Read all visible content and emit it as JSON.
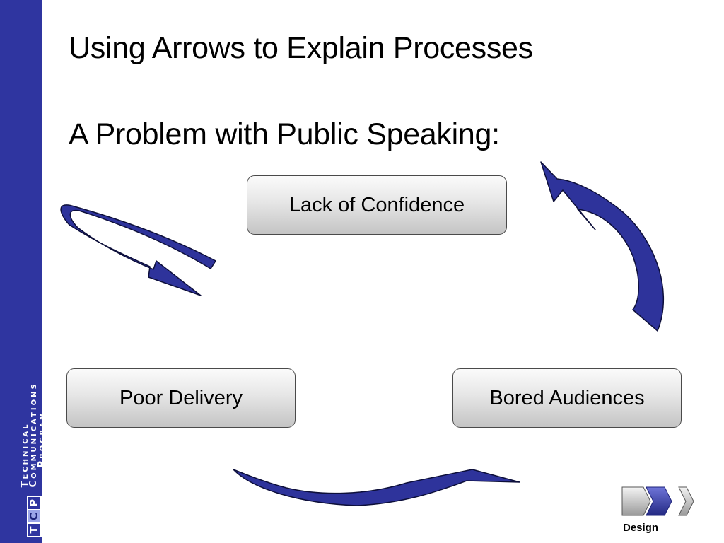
{
  "sidebar": {
    "logo_letters": [
      "T",
      "C",
      "P"
    ],
    "program": {
      "technical_cap": "T",
      "technical_rest": "ECHNICAL",
      "communications_cap": "C",
      "communications_rest": "OMMUNICATIONS",
      "program_cap": "P",
      "program_rest": "ROGRAM"
    },
    "color": "#2f35a0"
  },
  "slide": {
    "title": "Using Arrows to Explain Processes",
    "subtitle": "A Problem with Public Speaking:"
  },
  "diagram": {
    "nodes": [
      {
        "id": "top",
        "label": "Lack of Confidence"
      },
      {
        "id": "left",
        "label": "Poor Delivery"
      },
      {
        "id": "right",
        "label": "Bored Audiences"
      }
    ],
    "edges": [
      {
        "from": "top",
        "to": "left"
      },
      {
        "from": "left",
        "to": "right"
      },
      {
        "from": "right",
        "to": "top"
      }
    ],
    "arrow_color": "#2e339b",
    "box_border_color": "#4a4a4a"
  },
  "footer": {
    "section_label": "Design",
    "accent_color": "#2e339b"
  }
}
